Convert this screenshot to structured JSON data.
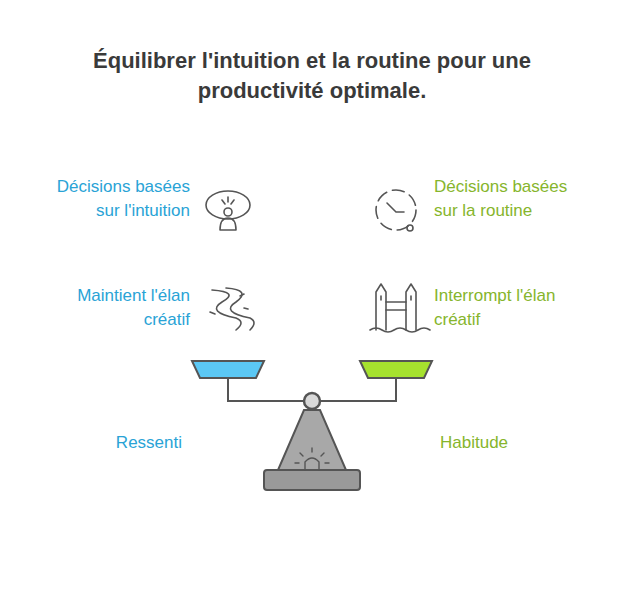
{
  "diagram": {
    "title": "Équilibrer l'intuition et la routine pour une productivité optimale.",
    "labels": [
      "Décisions basées sur l'intuition",
      "Décisions basées sur la routine",
      "Maintient l'élan créatif",
      "Interrompt l'élan créatif",
      "Ressenti",
      "Habitude"
    ]
  }
}
